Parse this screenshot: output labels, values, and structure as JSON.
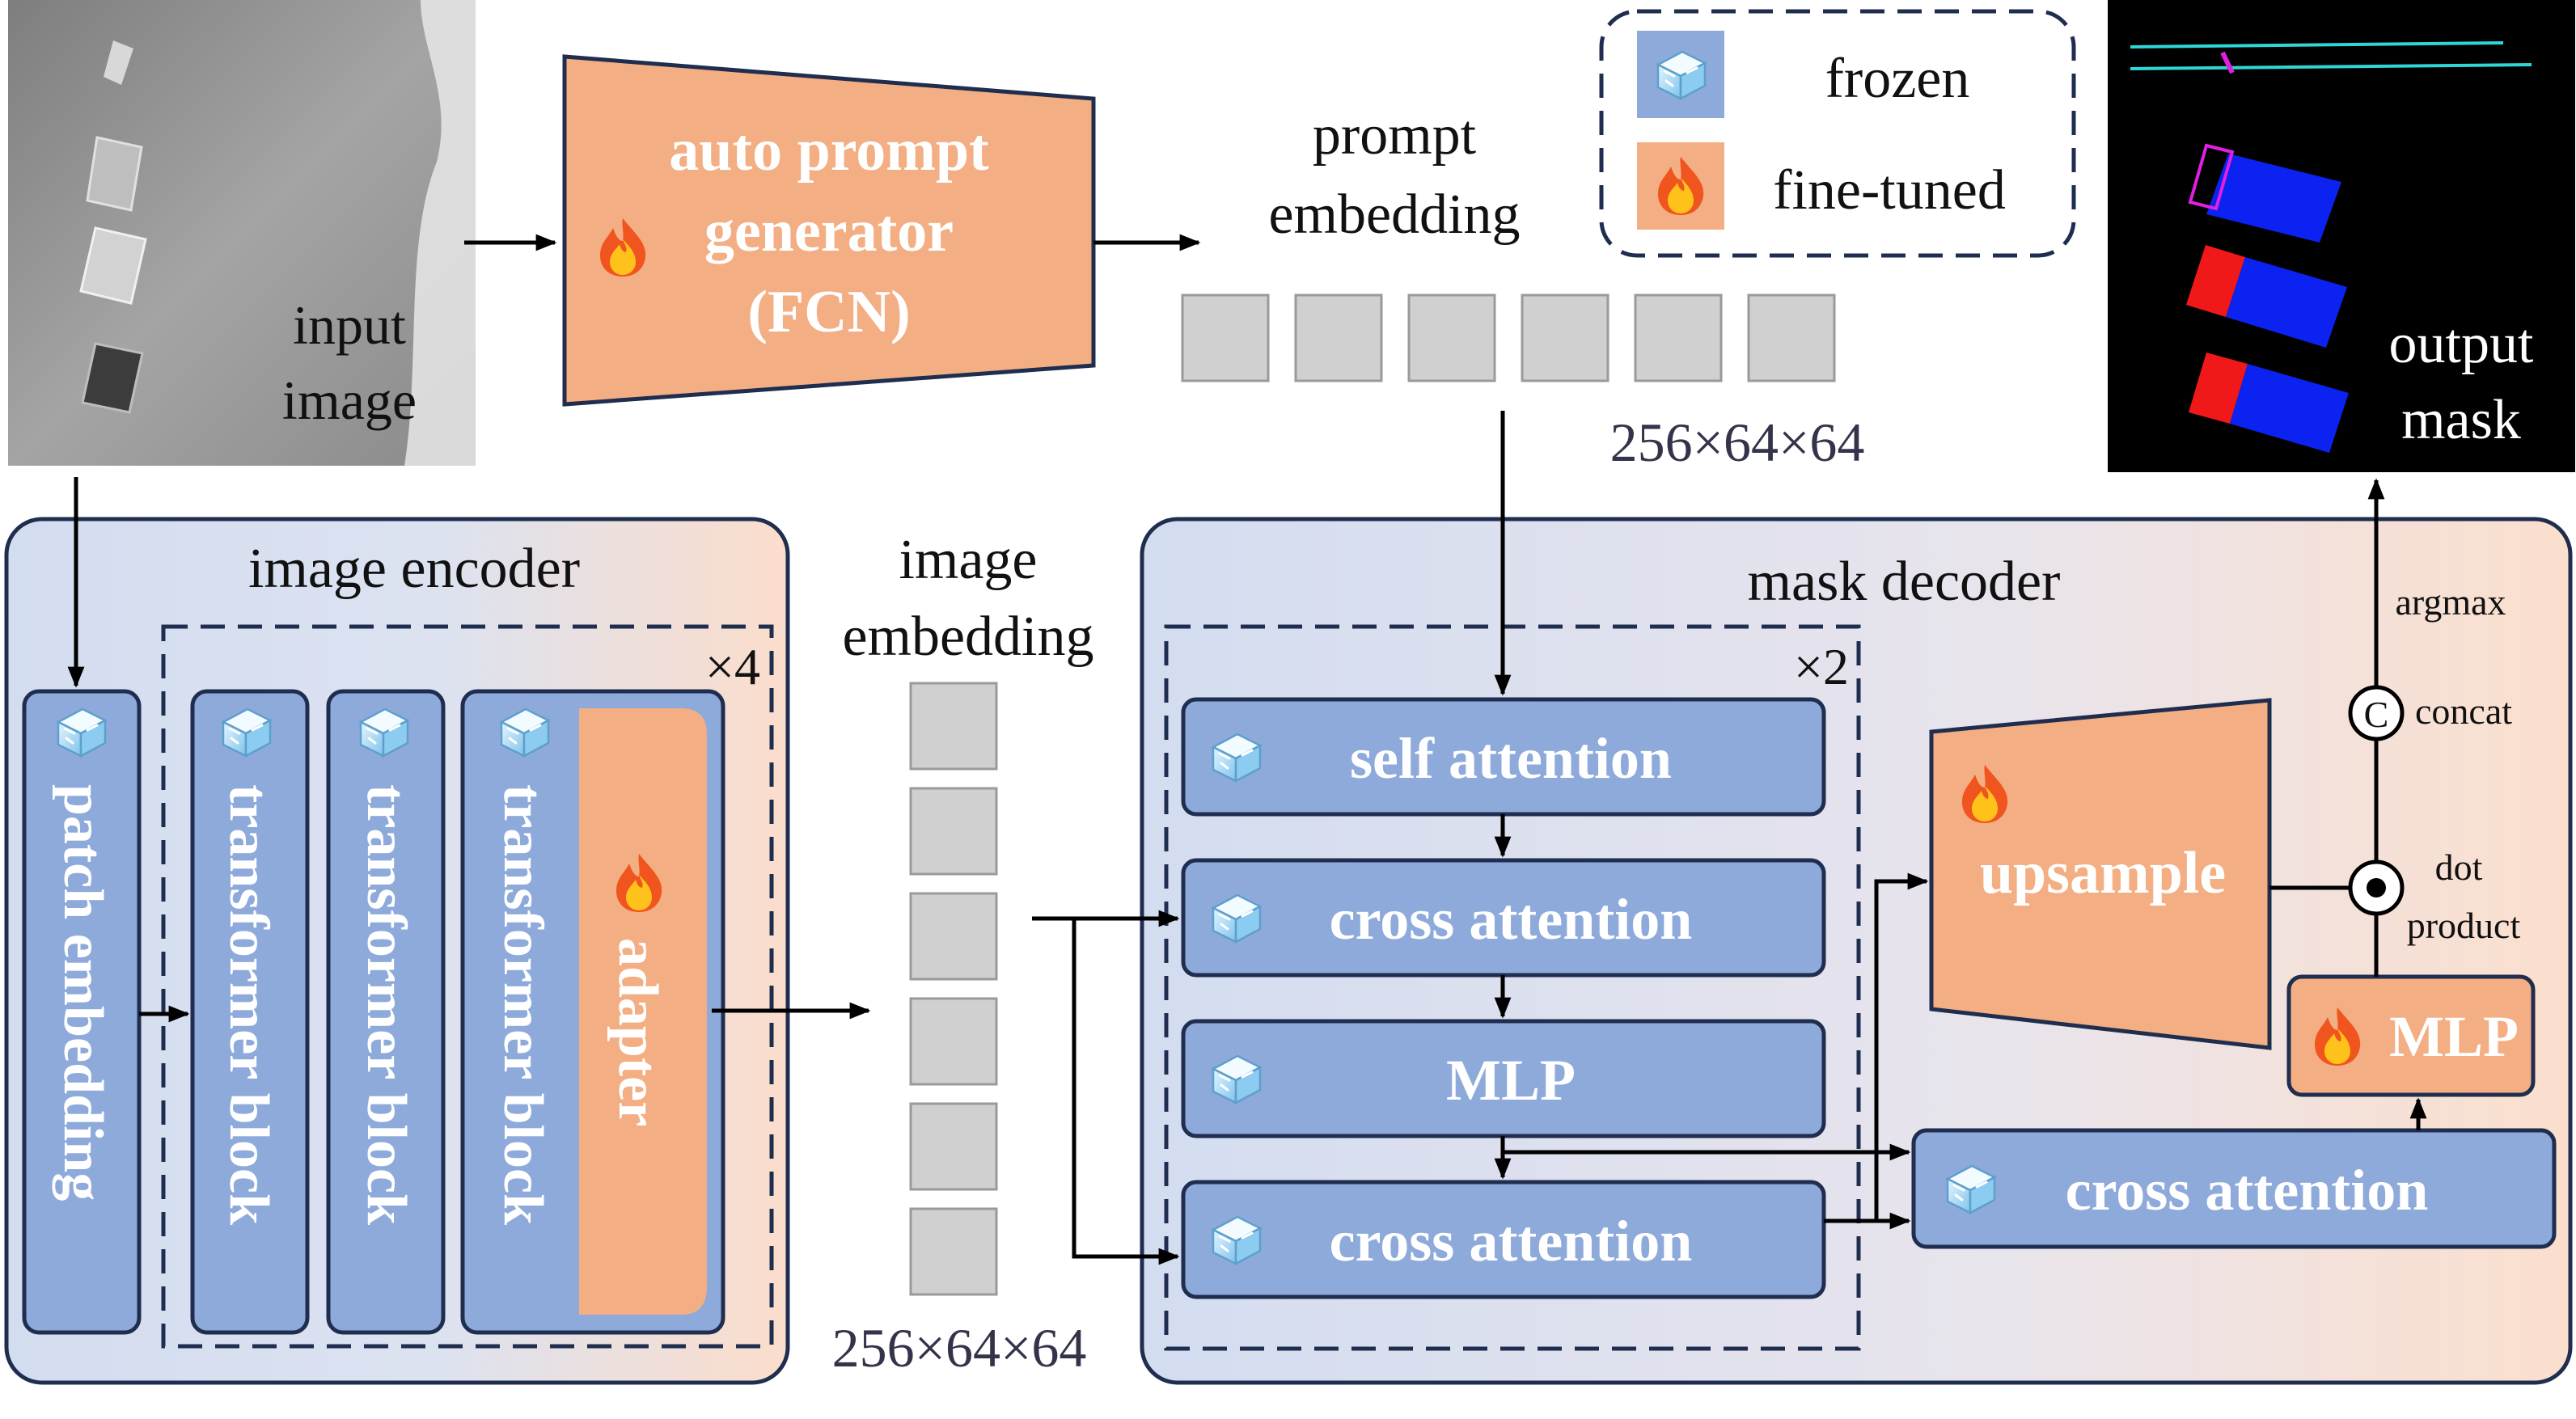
{
  "input": {
    "label_line1": "input",
    "label_line2": "image"
  },
  "prompt_generator": {
    "line1": "auto prompt",
    "line2": "generator",
    "line3": "(FCN)"
  },
  "prompt_embedding": {
    "line1": "prompt",
    "line2": "embedding",
    "dims": "256×64×64"
  },
  "legend": {
    "frozen": "frozen",
    "fine_tuned": "fine-tuned"
  },
  "output": {
    "line1": "output",
    "line2": "mask"
  },
  "image_encoder": {
    "title": "image encoder",
    "repeat": "×4",
    "patch_embedding": "patch embedding",
    "transformer_block": "transformer block",
    "adapter": "adapter"
  },
  "image_embedding": {
    "line1": "image",
    "line2": "embedding",
    "dims": "256×64×64"
  },
  "mask_decoder": {
    "title": "mask decoder",
    "repeat": "×2",
    "self_attention": "self attention",
    "cross_attention": "cross attention",
    "mlp": "MLP",
    "upsample": "upsample",
    "argmax": "argmax",
    "concat_symbol": "C",
    "concat": "concat",
    "dot_line1": "dot",
    "dot_line2": "product"
  },
  "colors": {
    "frozen_block": "#8EAADB",
    "fine_tuned_block": "#F3AE83",
    "panel_blue": "#D6E0F2",
    "panel_peach": "#FBE1D0",
    "token": "#D0D0D0",
    "border": "#1F2D4F"
  },
  "icons": {
    "frozen": "ice-cube-icon",
    "fine_tuned": "flame-icon"
  }
}
